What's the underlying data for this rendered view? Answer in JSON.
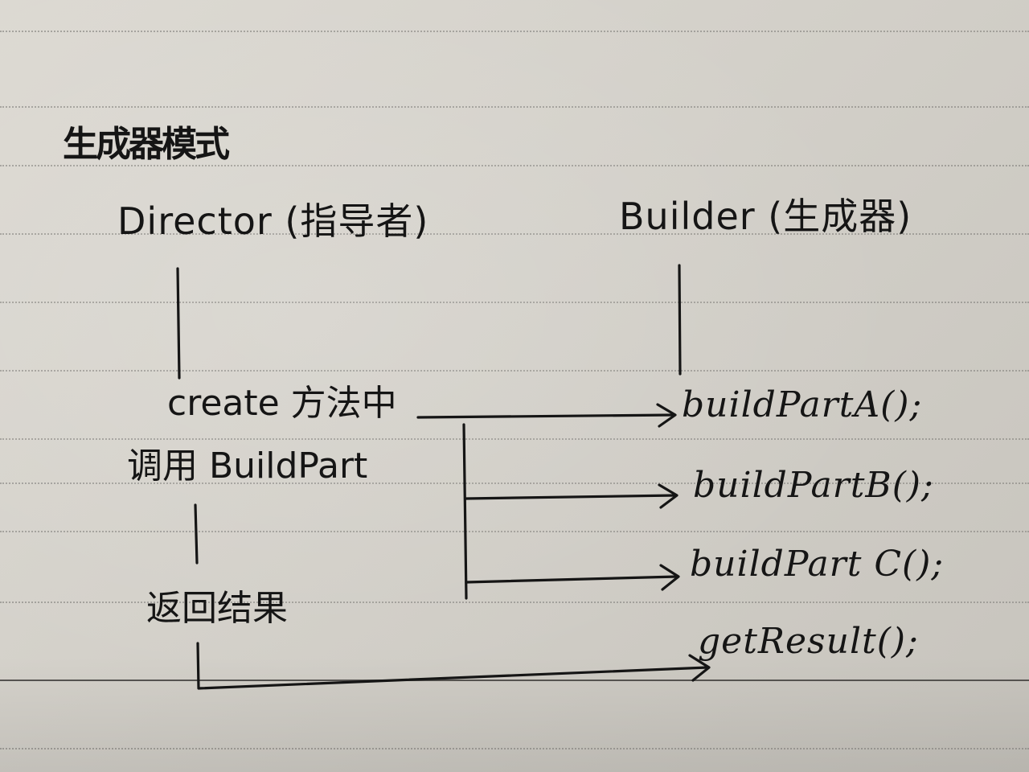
{
  "title": "生成器模式",
  "lifelines": {
    "director": "Director (指导者)",
    "builder": "Builder (生成器)"
  },
  "director_notes": {
    "create": "create 方法中",
    "call": "调用 BuildPart",
    "return": "返回结果"
  },
  "builder_calls": [
    "buildPartA();",
    "buildPartB();",
    "buildPart C();",
    "getResult();"
  ],
  "colors": {
    "ink": "#151515",
    "paper": "#d6d3cc",
    "rule": "#9a9893"
  }
}
